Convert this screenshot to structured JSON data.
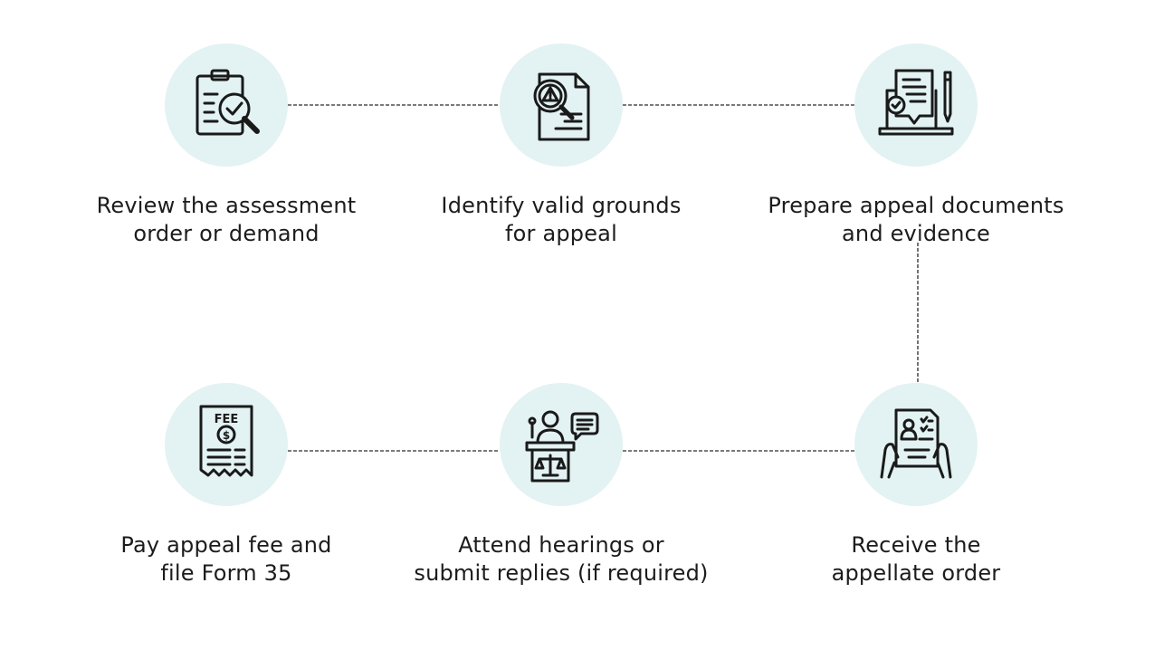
{
  "steps": [
    {
      "icon": "clipboard-magnifier-icon",
      "line1": "Review the assessment",
      "line2": "order or demand"
    },
    {
      "icon": "document-warning-magnifier-icon",
      "line1": "Identify valid grounds",
      "line2": "for appeal"
    },
    {
      "icon": "laptop-document-pen-icon",
      "line1": "Prepare appeal documents",
      "line2": "and evidence"
    },
    {
      "icon": "hands-holding-document-icon",
      "line1": "Receive the",
      "line2": "appellate order"
    },
    {
      "icon": "speaker-podium-scales-icon",
      "line1": "Attend hearings or",
      "line2": "submit replies (if required)"
    },
    {
      "icon": "fee-receipt-icon",
      "line1": "Pay appeal fee and",
      "line2": "file Form 35",
      "fee_text": "FEE",
      "currency_symbol": "$"
    }
  ],
  "colors": {
    "circle_fill": "#e3f2f2",
    "icon_stroke": "#1a1a1a",
    "connector": "#2a2a2a",
    "text": "#1c1c1c"
  }
}
